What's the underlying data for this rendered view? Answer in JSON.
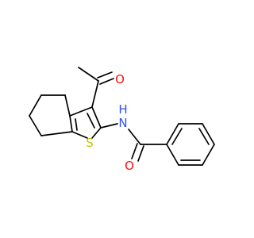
{
  "atoms": {
    "oxygen_ketone": "O",
    "nitrogen_amide": "N",
    "hydrogen_amide": "H",
    "sulfur_thiophene": "S",
    "oxygen_amide": "O"
  },
  "colors": {
    "oxygen": "#ff0d0d",
    "nitrogen": "#3050f8",
    "sulfur": "#c6c600",
    "bond": "#000000",
    "background": "#ffffff"
  }
}
